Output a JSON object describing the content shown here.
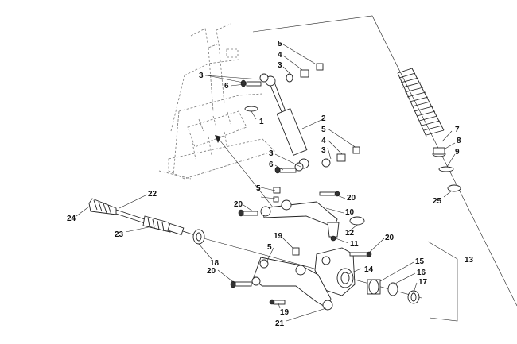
{
  "callouts": [
    {
      "id": "c5a",
      "label": "5"
    },
    {
      "id": "c4a",
      "label": "4"
    },
    {
      "id": "c3a",
      "label": "3"
    },
    {
      "id": "c3b",
      "label": "3"
    },
    {
      "id": "c6a",
      "label": "6"
    },
    {
      "id": "c1",
      "label": "1"
    },
    {
      "id": "c2",
      "label": "2"
    },
    {
      "id": "c5b",
      "label": "5"
    },
    {
      "id": "c4b",
      "label": "4"
    },
    {
      "id": "c3c",
      "label": "3"
    },
    {
      "id": "c3d",
      "label": "3"
    },
    {
      "id": "c6b",
      "label": "6"
    },
    {
      "id": "c5c",
      "label": "5"
    },
    {
      "id": "c20a",
      "label": "20"
    },
    {
      "id": "c20b",
      "label": "20"
    },
    {
      "id": "c10",
      "label": "10"
    },
    {
      "id": "c12",
      "label": "12"
    },
    {
      "id": "c11",
      "label": "11"
    },
    {
      "id": "c20c",
      "label": "20"
    },
    {
      "id": "c22",
      "label": "22"
    },
    {
      "id": "c24",
      "label": "24"
    },
    {
      "id": "c23",
      "label": "23"
    },
    {
      "id": "c19a",
      "label": "19"
    },
    {
      "id": "c5d",
      "label": "5"
    },
    {
      "id": "c18",
      "label": "18"
    },
    {
      "id": "c20d",
      "label": "20"
    },
    {
      "id": "c14",
      "label": "14"
    },
    {
      "id": "c13",
      "label": "13"
    },
    {
      "id": "c15",
      "label": "15"
    },
    {
      "id": "c16",
      "label": "16"
    },
    {
      "id": "c17",
      "label": "17"
    },
    {
      "id": "c19b",
      "label": "19"
    },
    {
      "id": "c21",
      "label": "21"
    },
    {
      "id": "c7",
      "label": "7"
    },
    {
      "id": "c8",
      "label": "8"
    },
    {
      "id": "c9",
      "label": "9"
    },
    {
      "id": "c25",
      "label": "25"
    }
  ]
}
